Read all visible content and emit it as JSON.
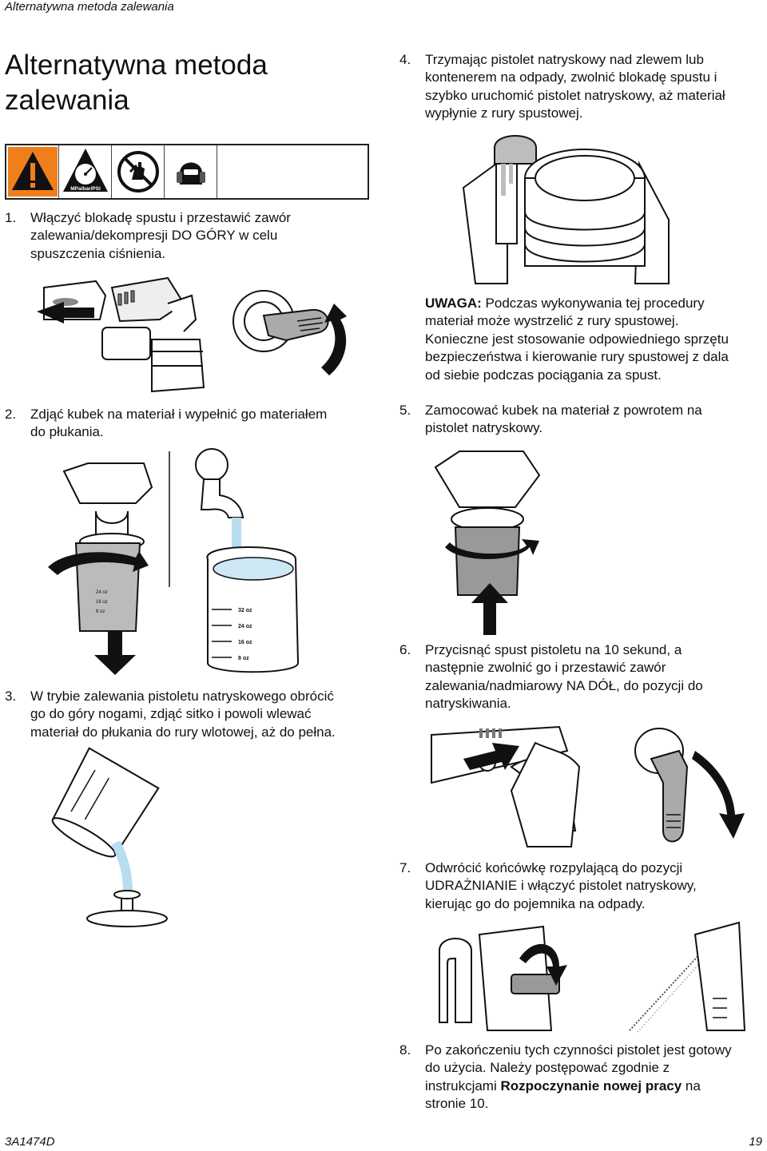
{
  "header": {
    "running_title": "Alternatywna metoda zalewania"
  },
  "title": {
    "line1": "Alternatywna metoda",
    "line2": "zalewania"
  },
  "warning_icons": [
    "warning-triangle-icon",
    "pressure-gauge-icon",
    "no-hands-icon",
    "eye-ear-protection-icon"
  ],
  "warning_gauge_label": "MPa/bar/PSI",
  "steps": {
    "s1": {
      "num": "1.",
      "lines": [
        "Włączyć blokadę spustu i przestawić zawór",
        "zalewania/dekompresji DO GÓRY w celu",
        "spuszczenia ciśnienia."
      ]
    },
    "s2": {
      "num": "2.",
      "lines": [
        "Zdjąć kubek na materiał i wypełnić go materiałem",
        "do płukania."
      ]
    },
    "s3": {
      "num": "3.",
      "lines": [
        "W trybie zalewania pistoletu natryskowego obrócić",
        "go do góry nogami, zdjąć sitko i powoli wlewać",
        "materiał do płukania do rury wlotowej, aż do pełna."
      ]
    },
    "s4": {
      "num": "4.",
      "lines": [
        "Trzymając pistolet natryskowy nad zlewem lub",
        "kontenerem na odpady, zwolnić blokadę spustu i",
        "szybko uruchomić pistolet natryskowy, aż materiał",
        "wypłynie z rury spustowej."
      ]
    },
    "s5": {
      "num": "5.",
      "lines": [
        "Zamocować kubek na materiał z powrotem na",
        "pistolet natryskowy."
      ]
    },
    "s6": {
      "num": "6.",
      "lines": [
        "Przycisnąć spust pistoletu na 10 sekund, a",
        "następnie zwolnić go i przestawić zawór",
        "zalewania/nadmiarowy NA DÓŁ, do pozycji do",
        "natryskiwania."
      ]
    },
    "s7": {
      "num": "7.",
      "lines": [
        "Odwrócić końcówkę rozpylającą do pozycji",
        "UDRAŻNIANIE i włączyć pistolet natryskowy,",
        "kierując go do pojemnika na odpady."
      ]
    },
    "s8": {
      "num": "8.",
      "line1": "Po zakończeniu tych czynności pistolet jest gotowy",
      "line2": "do użycia. Należy postępować zgodnie z",
      "line3_pre": "instrukcjami ",
      "line3_bold": "Rozpoczynanie nowej pracy",
      "line3_post": " na",
      "line4": "stronie 10."
    }
  },
  "note": {
    "label": "UWAGA:",
    "line1_rest": " Podczas wykonywania tej procedury",
    "lines": [
      "materiał może wystrzelić z rury spustowej.",
      "Konieczne jest stosowanie odpowiedniego sprzętu",
      "bezpieczeństwa i kierowanie rury spustowej z dala",
      "od siebie podczas pociągania za spust."
    ]
  },
  "cup_scale": [
    "32 oz",
    "24 oz",
    "16 oz",
    "8 oz"
  ],
  "cup_scale_small": [
    "24 oz",
    "16 oz",
    "8 oz"
  ],
  "footer": {
    "doc_code": "3A1474D",
    "page": "19"
  }
}
